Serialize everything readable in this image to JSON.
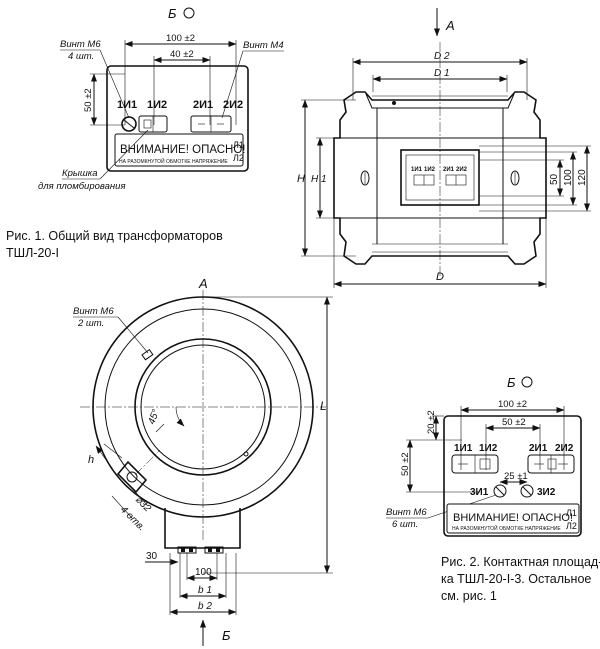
{
  "fig1": {
    "view_label": "Б",
    "screw_m6_label": "Винт М6",
    "screw_m6_count": "4 шт.",
    "screw_m4_label": "Винт М4",
    "dim_100": "100 ±2",
    "dim_40": "40 ±2",
    "dim_50": "50 ±2",
    "terminals": [
      "1И1",
      "1И2",
      "2И1",
      "2И2"
    ],
    "warning_title": "ВНИМАНИЕ! ОПАСНО!",
    "warning_sub": "НА РАЗОМКНУТОЙ ОБМОТКЕ НАПРЯЖЕНИЕ",
    "l1": "Л1",
    "l2": "Л2",
    "cover_line1": "Крышка",
    "cover_line2": "для пломбирования"
  },
  "caption1": {
    "line1": "Рис. 1. Общий вид трансформаторов",
    "line2": "ТШЛ-20-I"
  },
  "side_view": {
    "arrow_label": "А",
    "d2": "D 2",
    "d1": "D 1",
    "h": "H",
    "h1": "H 1",
    "d": "D",
    "dim_50": "50",
    "dim_100": "100",
    "dim_120": "120",
    "mini_terminals": [
      "1И1",
      "1И2",
      "2И1",
      "2И2"
    ]
  },
  "front_view": {
    "a_label": "А",
    "screw_label": "Винт М6",
    "screw_count": "2 шт.",
    "angle": "45°",
    "h": "h",
    "dia": "⌀32",
    "holes": "4 отв.",
    "l": "L",
    "dim_30": "30",
    "dim_100": "100",
    "b1": "b 1",
    "b2": "b 2",
    "b_label": "Б"
  },
  "fig2": {
    "view_label": "Б",
    "dim_100": "100 ±2",
    "dim_50": "50 ±2",
    "dim_20": "20 ±2",
    "dim_50v": "50 ±2",
    "dim_25": "25 ±1",
    "terminals": [
      "1И1",
      "1И2",
      "2И1",
      "2И2"
    ],
    "terminals_low": [
      "3И1",
      "3И2"
    ],
    "screw_label": "Винт М6",
    "screw_count": "6 шт.",
    "warning_title": "ВНИМАНИЕ! ОПАСНО!",
    "warning_sub": "НА РАЗОМКНУТОЙ ОБМОТКЕ НАПРЯЖЕНИЕ",
    "l1": "Л1",
    "l2": "Л2"
  },
  "caption2": {
    "line1": "Рис. 2. Контактная площад-",
    "line2": "ка ТШЛ-20-I-3. Остальное",
    "line3": "см. рис. 1"
  }
}
